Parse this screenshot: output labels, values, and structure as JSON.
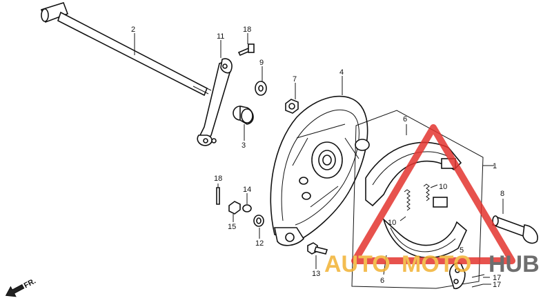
{
  "diagram": {
    "callouts": [
      {
        "id": "c1",
        "text": "1"
      },
      {
        "id": "c2",
        "text": "2"
      },
      {
        "id": "c3",
        "text": "3"
      },
      {
        "id": "c4",
        "text": "4"
      },
      {
        "id": "c5",
        "text": "5"
      },
      {
        "id": "c6a",
        "text": "6"
      },
      {
        "id": "c6b",
        "text": "6"
      },
      {
        "id": "c7",
        "text": "7"
      },
      {
        "id": "c8",
        "text": "8"
      },
      {
        "id": "c9",
        "text": "9"
      },
      {
        "id": "c10a",
        "text": "10"
      },
      {
        "id": "c10b",
        "text": "10"
      },
      {
        "id": "c11",
        "text": "11"
      },
      {
        "id": "c12",
        "text": "12"
      },
      {
        "id": "c13",
        "text": "13"
      },
      {
        "id": "c14",
        "text": "14"
      },
      {
        "id": "c15",
        "text": "15"
      },
      {
        "id": "c17a",
        "text": "17"
      },
      {
        "id": "c17b",
        "text": "17"
      },
      {
        "id": "c18a",
        "text": "18"
      },
      {
        "id": "c18b",
        "text": "18"
      }
    ],
    "direction_label": "FR.",
    "watermark": {
      "text_part1": "AUTO",
      "text_part2": "MOTO",
      "text_part3": "HUB",
      "color_primary": "#e3342f",
      "color_secondary": "#f2b233",
      "color_text_dark": "#555555"
    }
  }
}
